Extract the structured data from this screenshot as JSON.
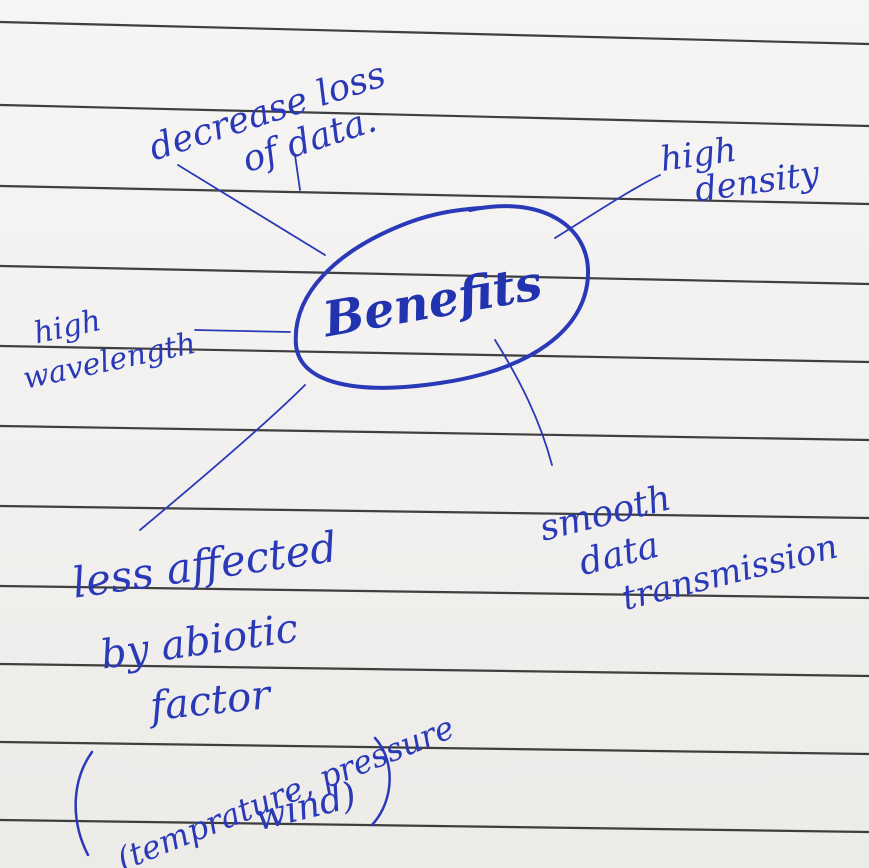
{
  "center": {
    "label": "Benefits"
  },
  "branches": {
    "top_left": {
      "lines": [
        "decrease loss",
        "of data."
      ]
    },
    "top_right": {
      "lines": [
        "high",
        "density"
      ]
    },
    "left": {
      "lines": [
        "high",
        "wavelength"
      ]
    },
    "bottom_right": {
      "lines": [
        "smooth",
        "data",
        "transmission"
      ]
    },
    "bottom_left": {
      "lines": [
        "less affected",
        "by abiotic",
        "factor",
        "(temprature, pressure",
        "wind)"
      ]
    }
  },
  "colors": {
    "ink": "#2a39b8",
    "ruling": "#2b2b2b",
    "paper": "#f4f3f1"
  }
}
